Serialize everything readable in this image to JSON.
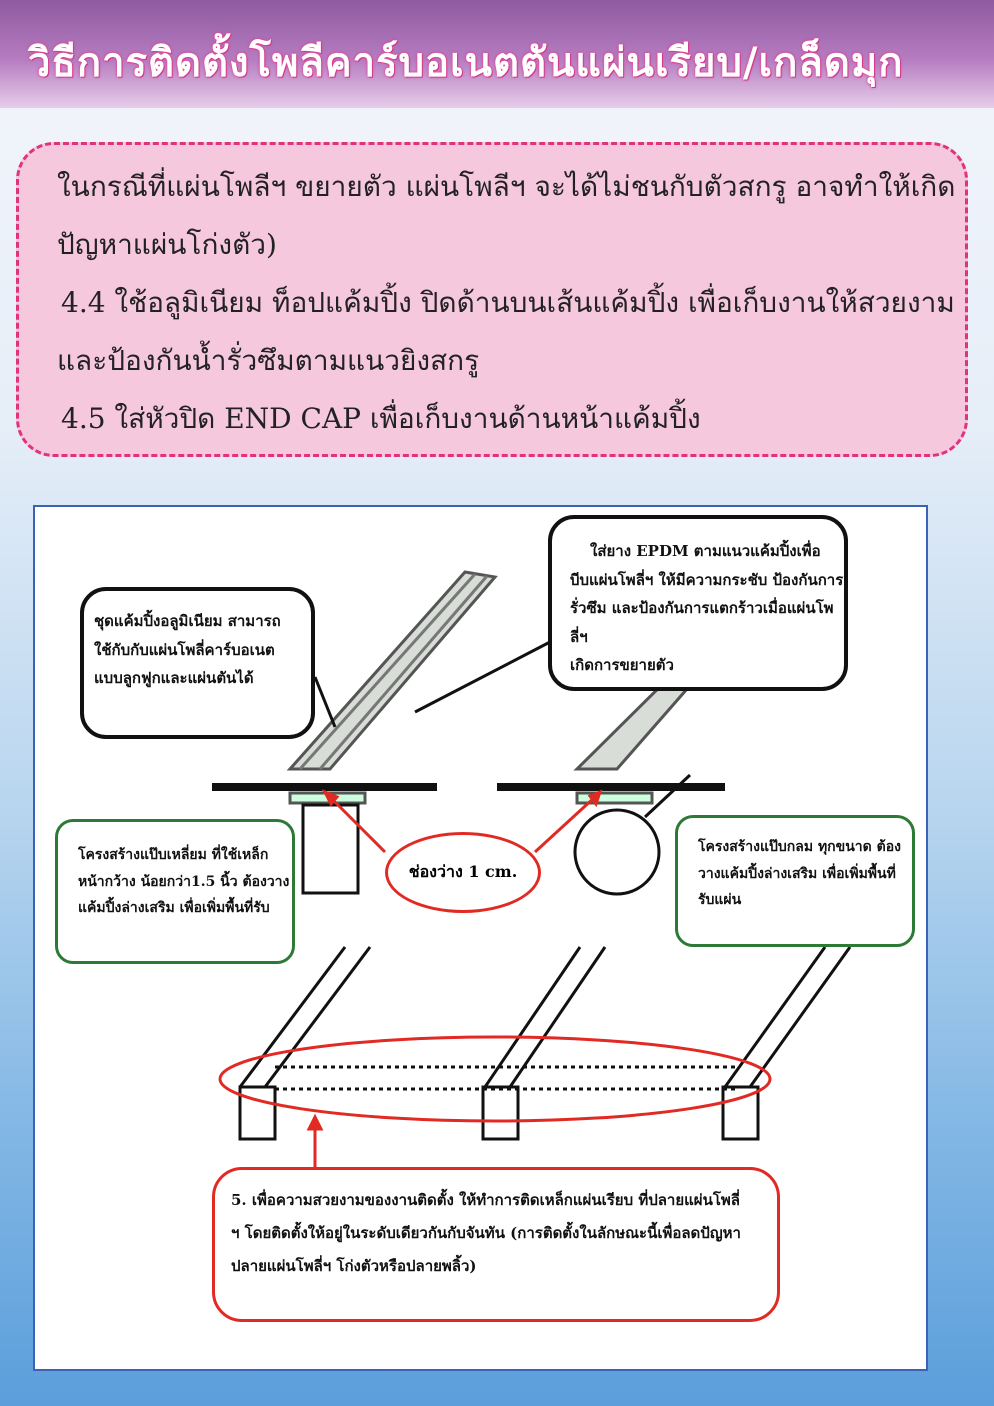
{
  "header": {
    "title": "วิธีการติดตั้งโพลีคาร์บอเนตตันแผ่นเรียบ/เกล็ดมุก"
  },
  "notes": {
    "lines": [
      "ในกรณีที่แผ่นโพลีฯ ขยายตัว แผ่นโพลีฯ จะได้ไม่ชนกับตัวสกรู อาจทำให้เกิด",
      "ปัญหาแผ่นโก่งตัว)",
      "4.4 ใช้อลูมิเนียม ท็อปแค้มปิ้ง ปิดด้านบนเส้นแค้มปิ้ง เพื่อเก็บงานให้สวยงาม",
      "และป้องกันน้ำรั่วซึมตามแนวยิงสกรู",
      "4.5 ใส่หัวปิด END CAP เพื่อเก็บงานด้านหน้าแค้มปิ้ง"
    ]
  },
  "diagram": {
    "callout_aluminium": [
      "ชุดแค้มปิ้งอลูมิเนียม สามารถ",
      "ใช้กับกับแผ่นโพลี่คาร์บอเนต",
      "แบบลูกฟูกและแผ่นตันได้"
    ],
    "callout_epdm": [
      "ใส่ยาง EPDM ตามแนวแค้มปิ้งเพื่อ",
      "บีบแผ่นโพลี่ฯ ให้มีความกระชับ ป้องกันการ",
      "รั่วซึม และป้องกันการแตกร้าวเมื่อแผ่นโพลี่ฯ",
      "เกิดการขยายตัว"
    ],
    "callout_square": [
      "โครงสร้างแป๊บเหลี่ยม ที่ใช้เหล็ก",
      "หน้ากว้าง น้อยกว่า1.5 นิ้ว ต้องวาง",
      "แค้มปิ้งล่างเสริม  เพื่อเพิ่มพื้นที่รับ"
    ],
    "callout_round": [
      "โครงสร้างแป๊บกลม ทุกขนาด ต้อง",
      "วางแค้มปิ้งล่างเสริม เพื่อเพิ่มพื้นที่",
      "รับแผ่น"
    ],
    "gap_label": "ช่องว่าง 1 cm.",
    "callout_step5": [
      "5. เพื่อความสวยงามของงานติดตั้ง ให้ทำการติดเหล็กแผ่นเรียบ ที่ปลายแผ่นโพลี่",
      "ฯ โดยติดตั้งให้อยู่ในระดับเดียวกันกับจันทัน (การติดตั้งในลักษณะนี้เพื่อลดปัญหา",
      "ปลายแผ่นโพลี่ฯ โก่งตัวหรือปลายพลิ้ว)"
    ]
  },
  "colors": {
    "accent_pink": "#e0337c",
    "callout_green": "#2c7a36",
    "callout_red": "#e12a24"
  }
}
